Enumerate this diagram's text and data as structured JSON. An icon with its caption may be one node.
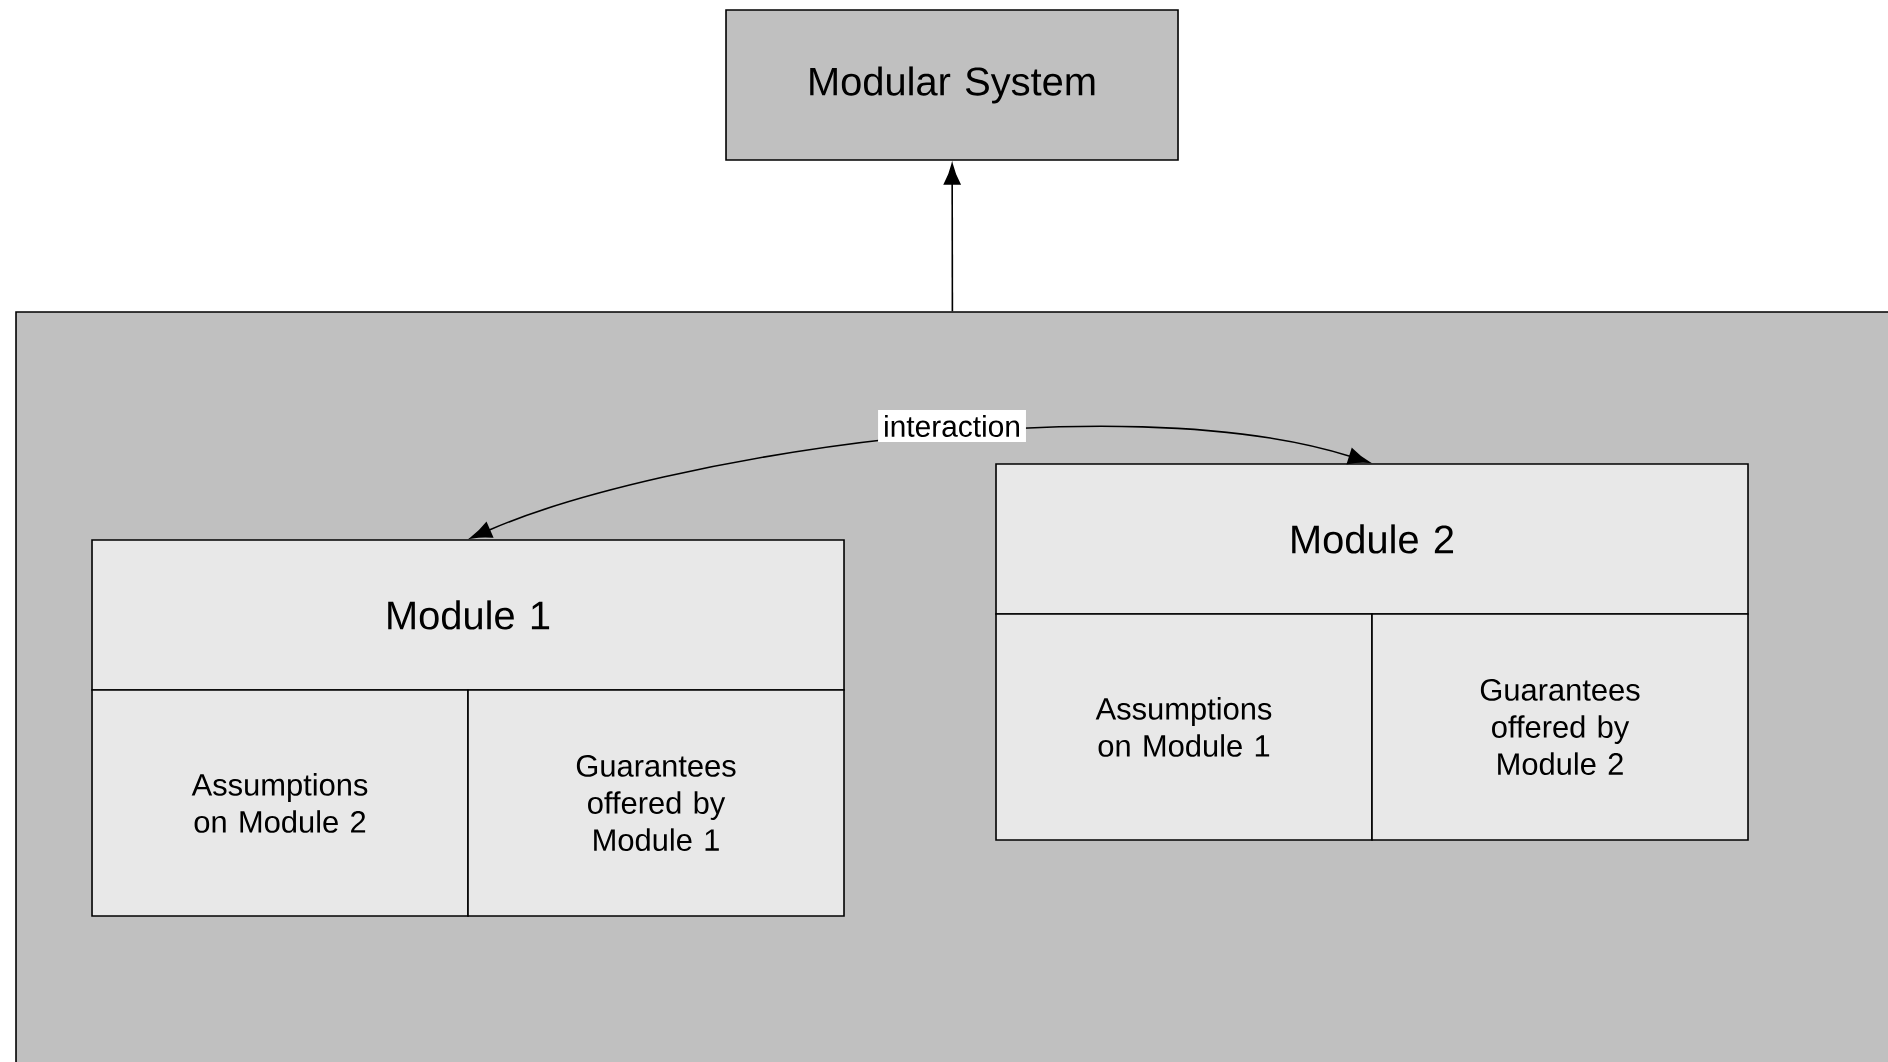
{
  "diagram": {
    "nodes": [
      {
        "text": [
          "Modular System"
        ]
      },
      {
        "text": [],
        "shape": "box"
      },
      {
        "text": [
          "Module 1"
        ],
        "in": 1
      },
      {
        "text": [
          "Assumptions on Module 2"
        ],
        "in": 1
      },
      {
        "text": [
          "Guarantees offered by Module 1"
        ],
        "in": 1
      },
      {
        "text": [
          "Module 2"
        ],
        "in": 1
      },
      {
        "text": [
          "Assumptions on Module 1"
        ],
        "in": 1
      },
      {
        "text": [
          "Guarantees offered by Module 2"
        ],
        "in": 1
      }
    ],
    "edges": [
      {
        "from": 1,
        "to": 0,
        "arrow": "to"
      },
      {
        "from": 2,
        "to": 5,
        "arrow": "both",
        "label": "interaction"
      }
    ]
  }
}
